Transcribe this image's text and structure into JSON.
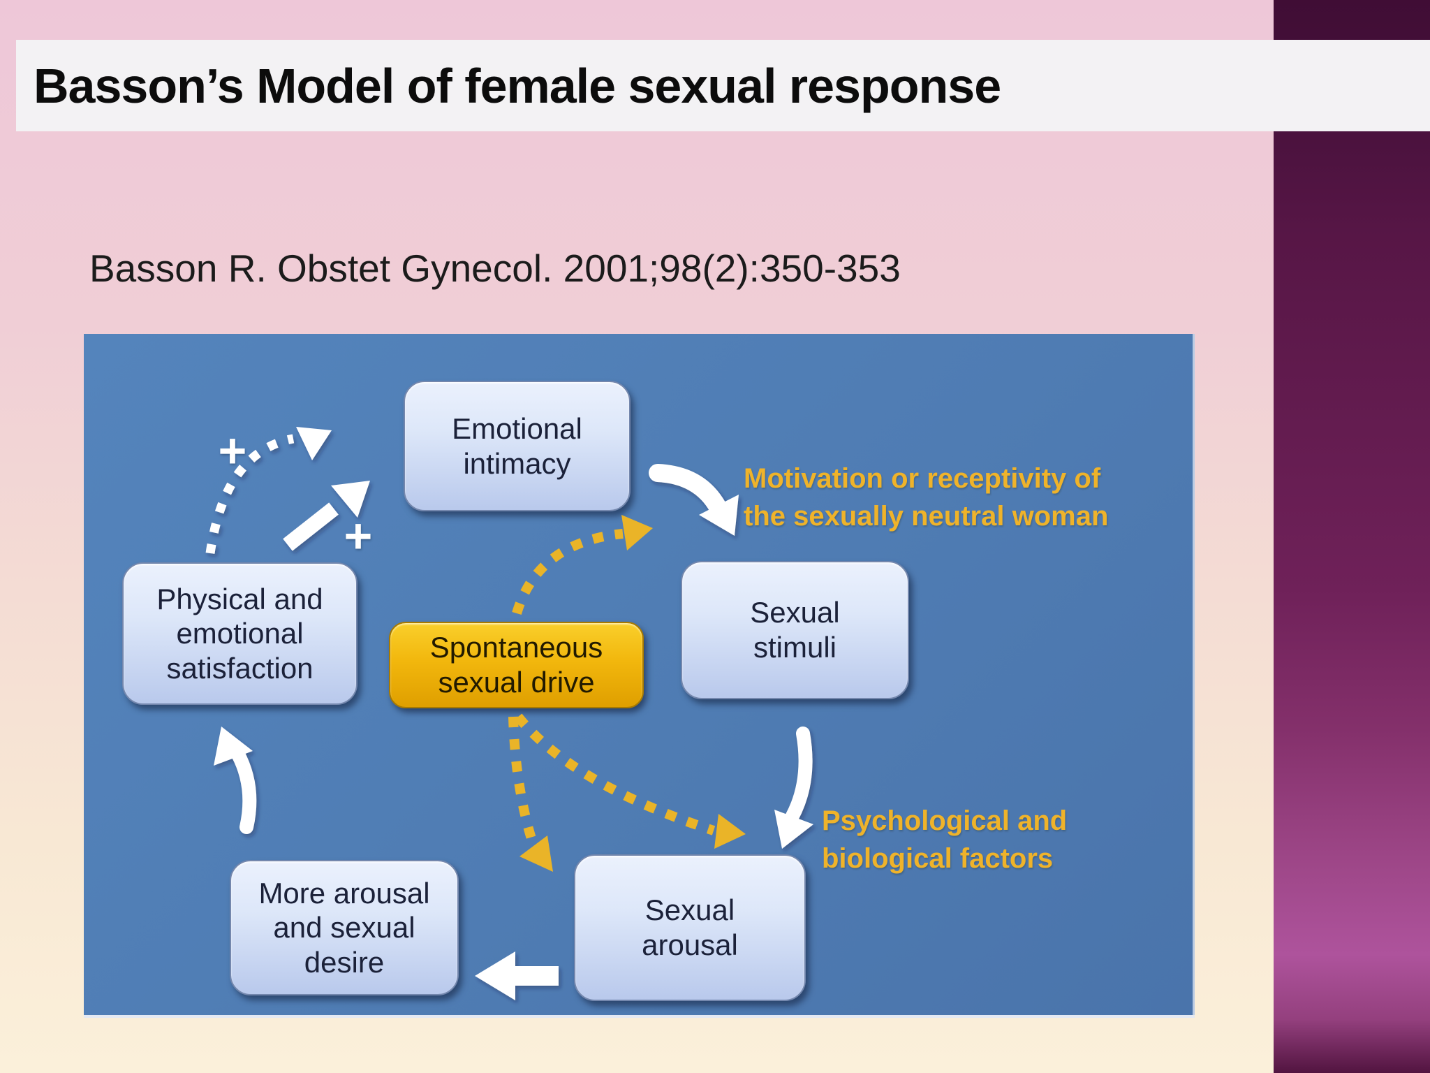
{
  "slide": {
    "title": "Basson’s Model of female sexual response",
    "citation": "Basson R. Obstet Gynecol. 2001;98(2):350-353"
  },
  "diagram": {
    "nodes": {
      "emotional_intimacy": "Emotional\nintimacy",
      "physical_satisfaction": "Physical and\nemotional\nsatisfaction",
      "spontaneous_drive": "Spontaneous\nsexual drive",
      "sexual_stimuli": "Sexual\nstimuli",
      "more_arousal": "More arousal\nand sexual\ndesire",
      "sexual_arousal": "Sexual\narousal"
    },
    "annotations": {
      "motivation": "Motivation or receptivity of\nthe sexually neutral woman",
      "factors": "Psychological and\nbiological factors"
    },
    "plus": "+"
  },
  "colors": {
    "background_pink": "#eec7d8",
    "background_cream": "#fbf0da",
    "titlebar_white": "#f3f2f4",
    "sidebar_purple": "#6f2159",
    "panel_blue": "#4f7cb3",
    "node_fill_top": "#ebf1fd",
    "node_fill_bottom": "#b9c9ec",
    "node_text_navy": "#1b2139",
    "drive_gold": "#f2b70d",
    "accent_yellow": "#efb32a",
    "arrow_white": "#ffffff"
  }
}
